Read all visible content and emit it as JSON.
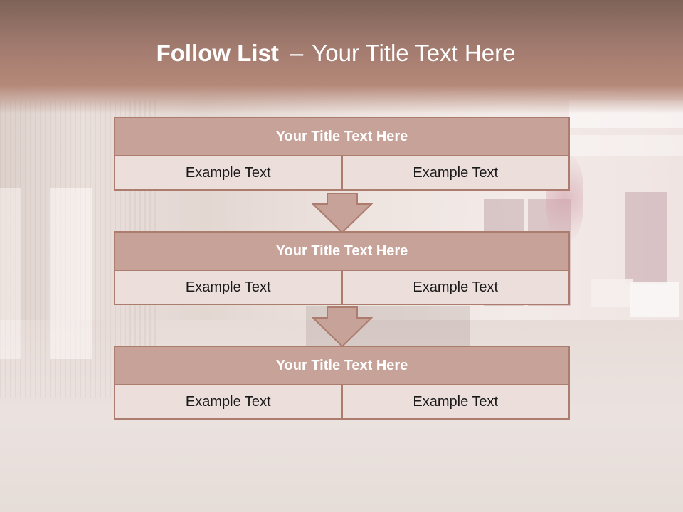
{
  "slide": {
    "title_bold": "Follow List",
    "title_dash": "–",
    "title_rest": "Your Title Text Here"
  },
  "colors": {
    "header": "#a17a6e",
    "block_title_fill": "#c7a298",
    "block_border": "#ac7c6e",
    "cell_fill": "#ecdedb"
  },
  "blocks": [
    {
      "title": "Your Title Text Here",
      "cells": [
        "Example Text",
        "Example Text"
      ]
    },
    {
      "title": "Your Title Text Here",
      "cells": [
        "Example Text",
        "Example Text"
      ]
    },
    {
      "title": "Your Title Text Here",
      "cells": [
        "Example Text",
        "Example Text"
      ]
    }
  ],
  "connectors": [
    "down-arrow-icon",
    "down-arrow-icon"
  ]
}
